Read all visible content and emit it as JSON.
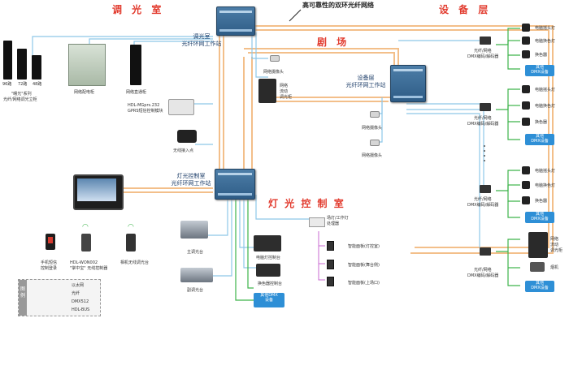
{
  "headline": "高可靠性的双环光纤网络",
  "sections": {
    "dimming_room": "调 光 室",
    "stage": "剧 场",
    "equipment_floor": "设 备 层",
    "control_room": "灯 光 控 制 室"
  },
  "workstations": {
    "dimming": [
      "调光室",
      "光纤环网工作站"
    ],
    "equipment": [
      "设备层",
      "光纤环网工作站"
    ],
    "control": [
      "灯光控制室",
      "光纤环网工作站"
    ]
  },
  "dimming_room": {
    "cabinet_counts": [
      "96路",
      "72路",
      "48路"
    ],
    "cabinet_caption": [
      "\"曙光\"系列",
      "光纤/网络调光立柜"
    ],
    "distribution_cabinet": "网络配电柜",
    "direct_cabinet": "网络直通柜",
    "gprs_module": [
      "HDL-MGprs.232",
      "GPRS短信控制模块"
    ],
    "wifi": "无线接入点"
  },
  "stage": {
    "camera_a": "网络摄像头",
    "flight_case": [
      "网络",
      "流动",
      "调光柜"
    ],
    "camera_b": "网络摄像头",
    "camera_c": "网络摄像头"
  },
  "equipment_floor": {
    "node_label": [
      "光纤/网络",
      "DMX编码/解码器"
    ],
    "moving_head": "电脑摇头灯",
    "color_changer": "电脑换色灯",
    "scroller": "换色器",
    "other_dmx": [
      "其他",
      "DMX设备"
    ],
    "rack_device": [
      "网络",
      "流动",
      "调光柜"
    ],
    "smoke": "烟机"
  },
  "control_room": {
    "main_console": "主调光台",
    "backup_console": "副调光台",
    "computer_console": "电脑灯控制台",
    "effect_console": "换色器控制台",
    "other_dmx": [
      "其他DMX",
      "设备"
    ],
    "controller": [
      "场灯/工作灯",
      "处理器"
    ],
    "smart_panels": [
      "智能面板(灯控室)",
      "智能面板(舞台侧)",
      "智能面板(上场口)"
    ]
  },
  "mobile": {
    "phone_sms": [
      "手机短信",
      "控制登录"
    ],
    "pda": [
      "HDL-WON002",
      "\"掌中宝\" 无线控制器"
    ],
    "tablet": "相机无线调光台"
  },
  "legend": {
    "header": "图 例",
    "items": [
      {
        "label": "以太网",
        "color": "#8ec7e8"
      },
      {
        "label": "光纤",
        "color": "#f3bf8a"
      },
      {
        "label": "DMX512",
        "color": "#3db34a"
      },
      {
        "label": "HDL-BUS",
        "color": "#c86ad0"
      }
    ]
  },
  "colors": {
    "fiber": "#f3bf8a",
    "ethernet": "#8ec7e8",
    "dmx": "#3db34a",
    "bus": "#c86ad0",
    "accent": "#e23b2e"
  }
}
